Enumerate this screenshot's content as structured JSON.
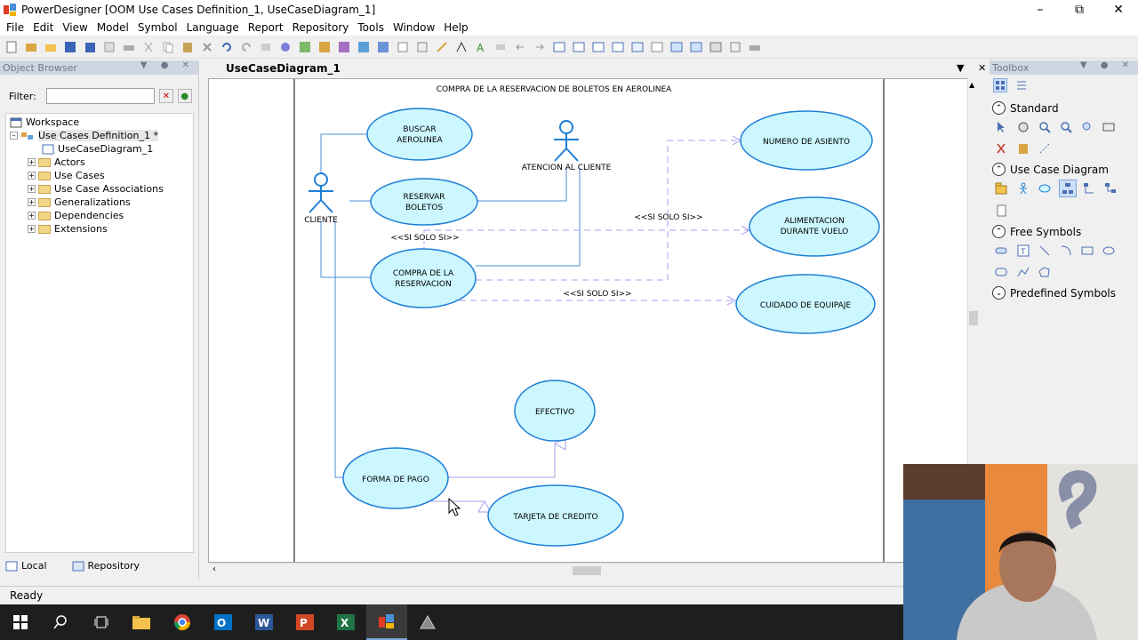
{
  "window": {
    "title": "PowerDesigner [OOM Use Cases Definition_1, UseCaseDiagram_1]",
    "controls": [
      "minimize-icon",
      "restore-icon",
      "close-icon"
    ]
  },
  "menu": [
    "File",
    "Edit",
    "View",
    "Model",
    "Symbol",
    "Language",
    "Report",
    "Repository",
    "Tools",
    "Window",
    "Help"
  ],
  "object_browser": {
    "title": "Object Browser",
    "filter_label": "Filter:",
    "filter_value": "",
    "tree": {
      "workspace": "Workspace",
      "model": "Use Cases Definition_1 *",
      "diagram": "UseCaseDiagram_1",
      "folders": [
        "Actors",
        "Use Cases",
        "Use Case Associations",
        "Generalizations",
        "Dependencies",
        "Extensions"
      ]
    },
    "tabs": [
      "Local",
      "Repository"
    ]
  },
  "document": {
    "tab": "UseCaseDiagram_1",
    "diagram_title": "COMPRA DE LA RESERVACION DE BOLETOS EN AEROLINEA",
    "actors": [
      "CLIENTE",
      "ATENCION AL CLIENTE"
    ],
    "use_cases": {
      "buscar": [
        "BUSCAR",
        "AEROLINEA"
      ],
      "reservar": [
        "RESERVAR",
        "BOLETOS"
      ],
      "compra": [
        "COMPRA DE LA",
        "RESERVACION"
      ],
      "numero": "NUMERO DE ASIENTO",
      "alimentacion": [
        "ALIMENTACION",
        "DURANTE VUELO"
      ],
      "cuidado": "CUIDADO DE EQUIPAJE",
      "efectivo": "EFECTIVO",
      "forma": "FORMA DE PAGO",
      "tarjeta": "TARJETA DE CREDITO"
    },
    "stereotype": "<<SI SOLO SI>>"
  },
  "toolbox": {
    "title": "Toolbox",
    "sections": [
      "Standard",
      "Use Case Diagram",
      "Free Symbols",
      "Predefined Symbols"
    ]
  },
  "status": "Ready",
  "colors": {
    "usecase_fill": "#ccf7ff",
    "usecase_stroke": "#1f7fd6",
    "line": "#4f8fd8",
    "dashed": "#a89cf2",
    "panel_header": "#cfd6e2"
  }
}
